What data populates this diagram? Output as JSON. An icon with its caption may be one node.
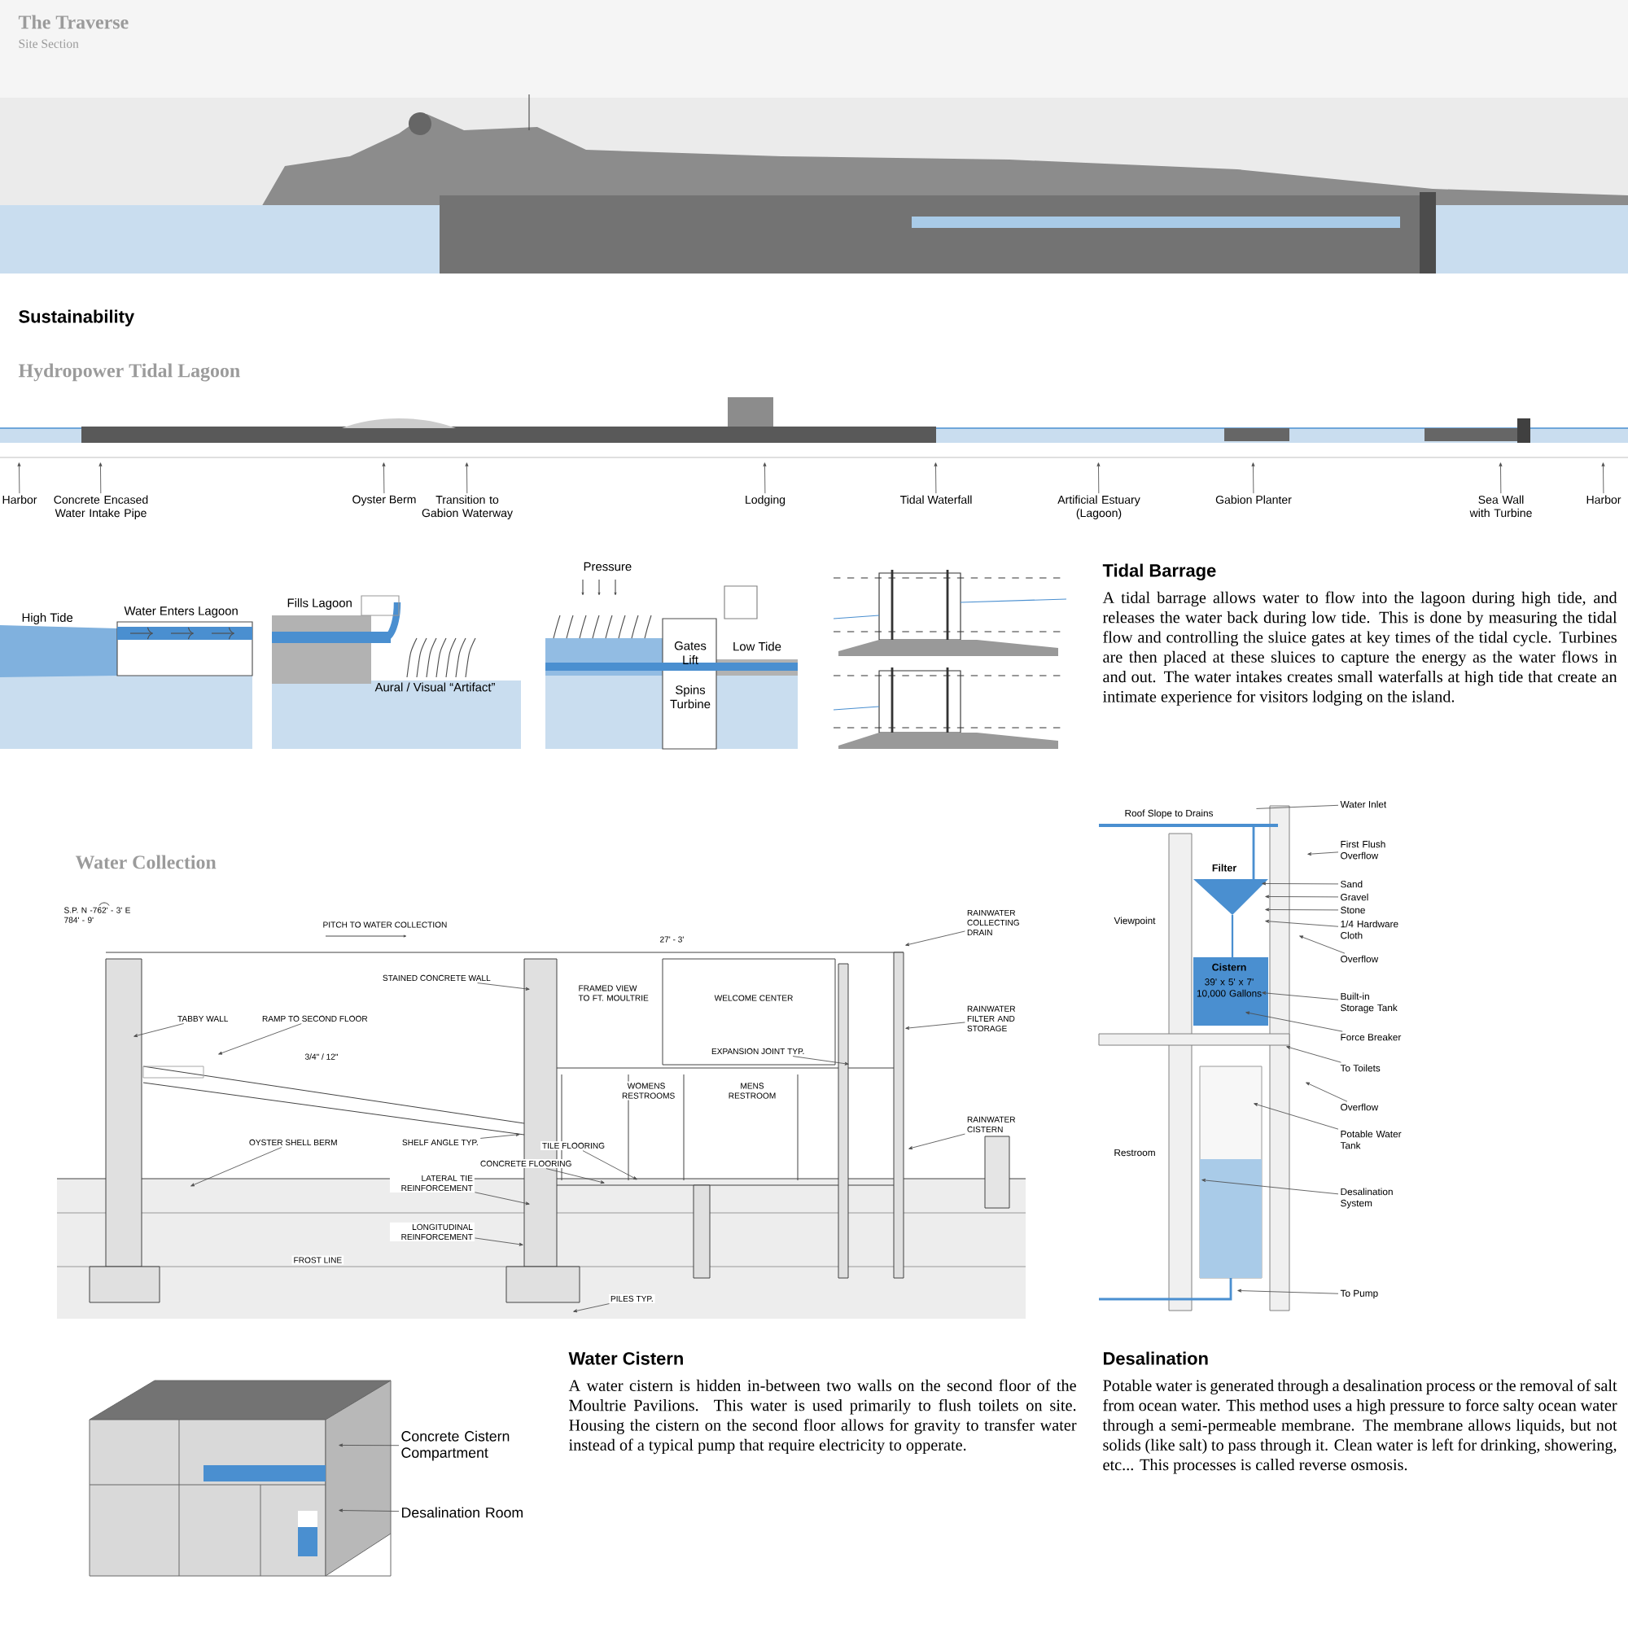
{
  "diagram": {
    "title": "The Traverse",
    "nodes": [
      {
        "text": [
          "Harbor"
        ]
      },
      {
        "text": [
          "Concrete Encased Water Intake Pipe"
        ]
      },
      {
        "text": [
          "Oyster Berm"
        ]
      },
      {
        "text": [
          "Transition to Gabion Waterway"
        ]
      },
      {
        "text": [
          "Lodging"
        ]
      },
      {
        "text": [
          "Tidal Waterfall"
        ]
      },
      {
        "text": [
          "Artificial Estuary (Lagoon)"
        ]
      },
      {
        "text": [
          "Gabion Planter"
        ]
      },
      {
        "text": [
          "Sea Wall with Turbine"
        ]
      },
      {
        "text": [
          "Harbor"
        ]
      },
      {
        "text": [
          "RAINWATER COLLECTING DRAIN"
        ],
        "in": 41
      },
      {
        "text": [
          "TABBY WALL"
        ],
        "in": 41
      },
      {
        "text": [
          "RAMP TO SECOND FLOOR"
        ],
        "in": 41
      },
      {
        "text": [
          "STAINED CONCRETE WALL"
        ],
        "in": 41
      },
      {
        "text": [
          "RAINWATER FILTER AND STORAGE"
        ],
        "in": 41
      },
      {
        "text": [
          "EXPANSION JOINT TYP."
        ],
        "in": 41
      },
      {
        "text": [
          "RAINWATER CISTERN"
        ],
        "in": 41
      },
      {
        "text": [
          "OYSTER SHELL BERM"
        ],
        "in": 41
      },
      {
        "text": [
          "SHELF ANGLE TYP."
        ],
        "in": 41
      },
      {
        "text": [
          "TILE FLOORING"
        ],
        "in": 41
      },
      {
        "text": [
          "CONCRETE FLOORING"
        ],
        "in": 41
      },
      {
        "text": [
          "LATERAL TIE REINFORCEMENT"
        ],
        "in": 41
      },
      {
        "text": [
          "LONGITUDINAL REINFORCEMENT"
        ],
        "in": 41
      },
      {
        "text": [
          "PILES TYP."
        ],
        "in": 41
      },
      {
        "text": [
          "Water Inlet"
        ]
      },
      {
        "text": [
          "First Flush Overflow"
        ]
      },
      {
        "text": [
          "Sand"
        ]
      },
      {
        "text": [
          "Gravel"
        ]
      },
      {
        "text": [
          "Stone"
        ]
      },
      {
        "text": [
          "1/4 Hardware Cloth"
        ]
      },
      {
        "text": [
          "Overflow"
        ]
      },
      {
        "text": [
          "Built-in Storage Tank"
        ]
      },
      {
        "text": [
          "Force Breaker"
        ]
      },
      {
        "text": [
          "To Toilets"
        ]
      },
      {
        "text": [
          "Overflow"
        ]
      },
      {
        "text": [
          "Potable Water Tank"
        ]
      },
      {
        "text": [
          "Desalination System"
        ]
      },
      {
        "text": [
          "To Pump"
        ]
      },
      {
        "text": [
          "Concrete Cistern Compartment"
        ]
      },
      {
        "text": [
          "Desalination Room"
        ]
      },
      {
        "text": [],
        "shape": "picture"
      },
      {
        "text": [],
        "shape": "picture"
      },
      {
        "text": [],
        "shape": "picture"
      },
      {
        "text": [],
        "shape": "picture"
      }
    ],
    "edges": [
      {
        "from": 0,
        "to": 40,
        "arrow": "to"
      },
      {
        "from": 1,
        "to": 40,
        "arrow": "to"
      },
      {
        "from": 2,
        "to": 40,
        "arrow": "to"
      },
      {
        "from": 3,
        "to": 40,
        "arrow": "to"
      },
      {
        "from": 4,
        "to": 40,
        "arrow": "to"
      },
      {
        "from": 5,
        "to": 40,
        "arrow": "to"
      },
      {
        "from": 6,
        "to": 40,
        "arrow": "to"
      },
      {
        "from": 7,
        "to": 40,
        "arrow": "to"
      },
      {
        "from": 8,
        "to": 40,
        "arrow": "to"
      },
      {
        "from": 9,
        "to": 40,
        "arrow": "to"
      },
      {
        "from": 10,
        "to": 41,
        "arrow": "to"
      },
      {
        "from": 11,
        "to": 41,
        "arrow": "to"
      },
      {
        "from": 12,
        "to": 41,
        "arrow": "to"
      },
      {
        "from": 13,
        "to": 41,
        "arrow": "to"
      },
      {
        "from": 14,
        "to": 41,
        "arrow": "to"
      },
      {
        "from": 15,
        "to": 41,
        "arrow": "to"
      },
      {
        "from": 16,
        "to": 41,
        "arrow": "to"
      },
      {
        "from": 17,
        "to": 41,
        "arrow": "to"
      },
      {
        "from": 18,
        "to": 41,
        "arrow": "to"
      },
      {
        "from": 19,
        "to": 41,
        "arrow": "to"
      },
      {
        "from": 20,
        "to": 41,
        "arrow": "to"
      },
      {
        "from": 21,
        "to": 41,
        "arrow": "to"
      },
      {
        "from": 22,
        "to": 41,
        "arrow": "to"
      },
      {
        "from": 23,
        "to": 41,
        "arrow": "to"
      },
      {
        "from": 24,
        "to": 42,
        "arrow": "none"
      },
      {
        "from": 25,
        "to": 42,
        "arrow": "to"
      },
      {
        "from": 26,
        "to": 42,
        "arrow": "to"
      },
      {
        "from": 27,
        "to": 42,
        "arrow": "to"
      },
      {
        "from": 28,
        "to": 42,
        "arrow": "to"
      },
      {
        "from": 29,
        "to": 42,
        "arrow": "to"
      },
      {
        "from": 30,
        "to": 42,
        "arrow": "to"
      },
      {
        "from": 31,
        "to": 42,
        "arrow": "to"
      },
      {
        "from": 32,
        "to": 42,
        "arrow": "to"
      },
      {
        "from": 33,
        "to": 42,
        "arrow": "to"
      },
      {
        "from": 34,
        "to": 42,
        "arrow": "to"
      },
      {
        "from": 35,
        "to": 42,
        "arrow": "to"
      },
      {
        "from": 36,
        "to": 42,
        "arrow": "to"
      },
      {
        "from": 37,
        "to": 42,
        "arrow": "to"
      },
      {
        "from": 38,
        "to": 43,
        "arrow": "to"
      },
      {
        "from": 39,
        "to": 43,
        "arrow": "to"
      }
    ],
    "labels": [
      "Site Section",
      "Sustainability",
      "Hydropower Tidal Lagoon",
      "High Tide",
      "Water Enters Lagoon",
      "Fills Lagoon",
      "Aural / Visual “Artifact”",
      "Pressure",
      "Gates Lift",
      "Low Tide",
      "Spins Turbine",
      "Tidal Barrage",
      "A tidal barrage allows water to flow into the lagoon during high tide, and releases the water back during low tide. This is done by measuring the tidal flow and controlling the sluice gates at key times of the tidal cycle. Turbines are then placed at these sluices to capture the energy as the water flows in and out. The water intakes creates small waterfalls at high tide that create an intimate experience for visitors lodging on the island.",
      "Roof Slope to Drains",
      "Filter",
      "Viewpoint",
      "Cistern",
      "39' x 5' x 7' 10,000 Gallons",
      "Restroom",
      "Water Collection",
      "S.P. N -762' - 3' E 784' - 9'",
      "PITCH TO WATER COLLECTION",
      "27' - 3'",
      "FRAMED VIEW TO FT. MOULTRIE",
      "WELCOME CENTER",
      "3/4\" / 12\"",
      "WOMENS RESTROOMS",
      "MENS RESTROOM",
      "FROST LINE",
      "Water Cistern",
      "A water cistern is hidden in-between two walls on the second floor of the Moultrie Pavilions. This water is used primarily to flush toilets on site. Housing the cistern on the second floor allows for gravity to transfer water instead of a typical pump that require electricity to opperate.",
      "Desalination",
      "Potable water is generated through a desalination process or the removal of salt from ocean water. This method uses a high pressure to force salty ocean water through a semi-permeable membrane. The membrane allows liquids, but not solids (like salt) to pass through it. Clean water is left for drinking, showering, etc... This processes is called reverse osmosis."
    ]
  }
}
